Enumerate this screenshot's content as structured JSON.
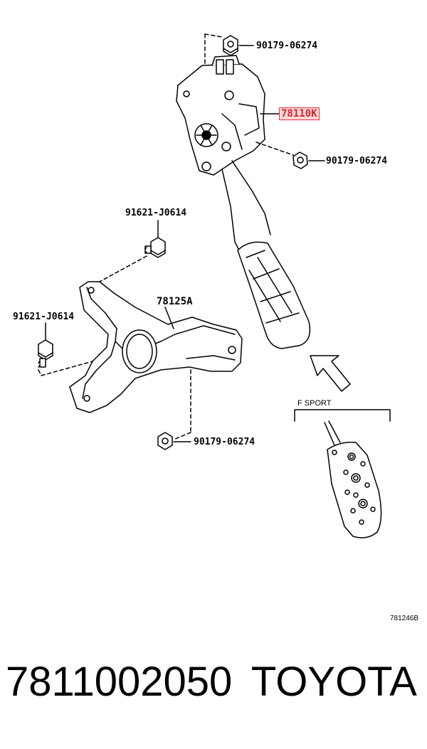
{
  "callouts": {
    "nut_top": "90179-06274",
    "pedal_assy": "78110K",
    "nut_right": "90179-06274",
    "bolt_upper": "91621-J0614",
    "bracket": "78125A",
    "bolt_left": "91621-J0614",
    "nut_bottom": "90179-06274"
  },
  "inset_label": "F SPORT",
  "diagram_code": "781246B",
  "part_number": "7811002050",
  "brand": "TOYOTA",
  "highlight_color": "#e0333c"
}
